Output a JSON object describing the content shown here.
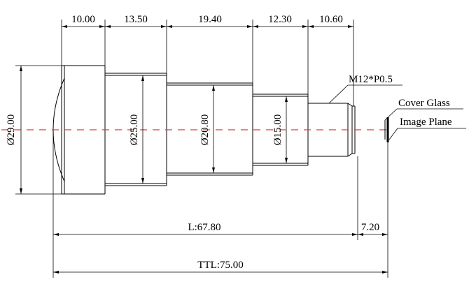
{
  "drawing": {
    "top_dims": [
      "10.00",
      "13.50",
      "19.40",
      "12.30",
      "10.60"
    ],
    "diameters": {
      "d1": "Ø29.00",
      "d2": "Ø25.00",
      "d3": "Ø20.80",
      "d4": "Ø15.00"
    },
    "thread_label": "M12*P0.5",
    "cover_glass_label": "Cover Glass",
    "image_plane_label": "Image Plane",
    "length_label": "L:67.80",
    "bfl_label": "7.20",
    "ttl_label": "TTL:75.00",
    "colors": {
      "optical_axis": "#e23b3b",
      "lines": "#000000"
    }
  }
}
